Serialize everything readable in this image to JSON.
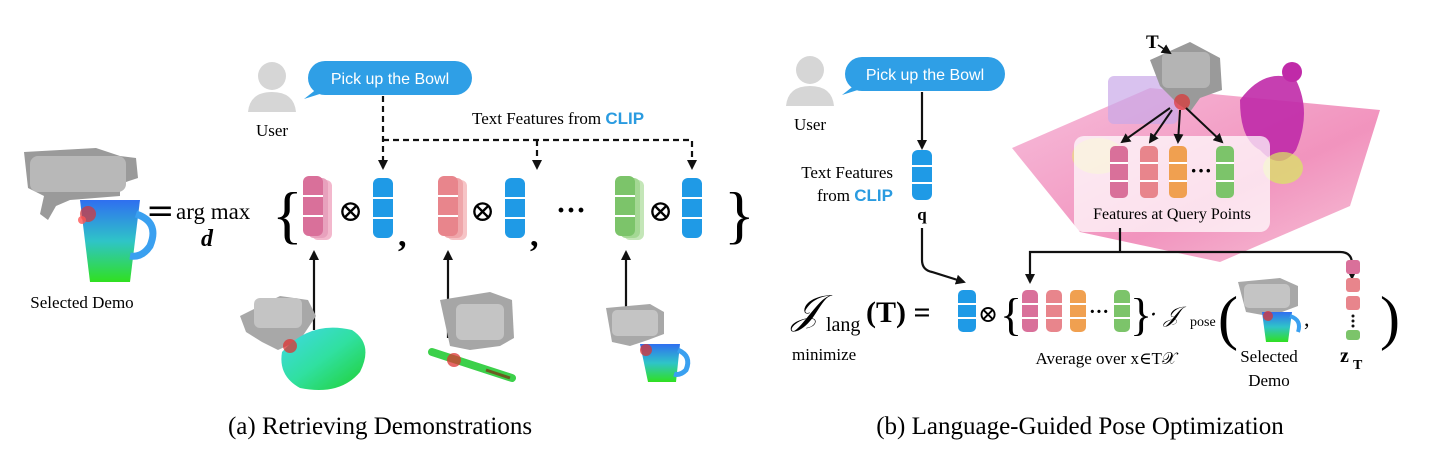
{
  "panel_a": {
    "caption": "(a) Retrieving Demonstrations",
    "user_label": "User",
    "speech": "Pick up the Bowl",
    "text_features_prefix": "Text Features from ",
    "clip": "CLIP",
    "selected_demo_label": "Selected Demo",
    "eq_sign": "=",
    "argmax": "arg max",
    "argmax_var": "d",
    "brace_open": "{",
    "brace_close": "}",
    "otimes": "⊗",
    "comma": ",",
    "ellipsis": "···"
  },
  "panel_b": {
    "caption": "(b) Language-Guided Pose Optimization",
    "user_label": "User",
    "speech": "Pick up the Bowl",
    "text_features_line1": "Text Features",
    "text_features_from": "from ",
    "clip": "CLIP",
    "q_label": "q",
    "T_label": "T",
    "features_at_query": "Features at Query Points",
    "j_lang": "𝒥",
    "j_lang_sub": "lang",
    "j_lang_arg": "(T) =",
    "minimize": "minimize",
    "average_over": "Average over x∈T𝒳",
    "dot_j_pose": "· 𝒥",
    "j_pose_sub": "pose",
    "selected": "Selected",
    "demo": "Demo",
    "z_label": "z",
    "z_sub": "T",
    "comma": ",",
    "ellipsis": "···",
    "otimes": "⊗",
    "paren_open": "(",
    "paren_close": ")",
    "brace_open": "{",
    "brace_close": "}"
  },
  "colors": {
    "clip_blue": "#2a9be0",
    "feature_blue": "#1f9ae6",
    "pink": "#d9709a",
    "salmon": "#e8858c",
    "orange": "#f0a050",
    "green": "#7cc46a",
    "bubble": "#2f9fe6",
    "scene_pink": "#f3a6cc",
    "magenta": "#c02aa8"
  }
}
